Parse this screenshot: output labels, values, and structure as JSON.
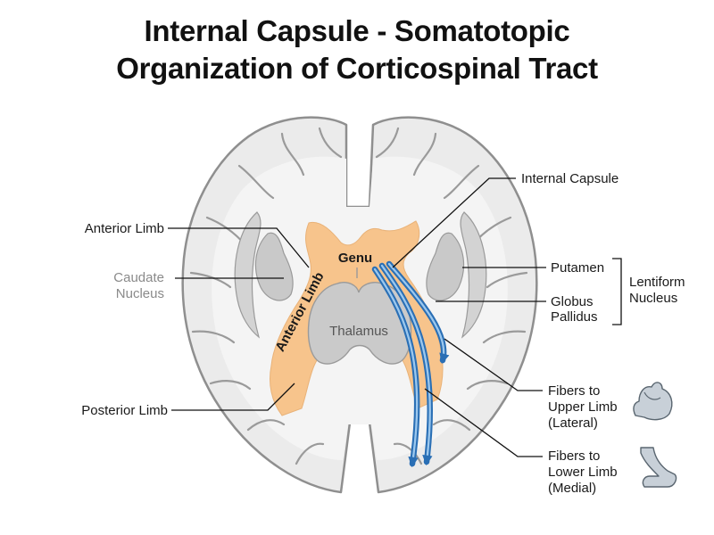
{
  "title": {
    "line1": "Internal Capsule - Somatotopic",
    "line2": "Organization of Corticospinal Tract"
  },
  "labels": {
    "internal_capsule": "Internal Capsule",
    "anterior_limb": "Anterior Limb",
    "caudate_1": "Caudate",
    "caudate_2": "Nucleus",
    "posterior_limb": "Posterior Limb",
    "putamen": "Putamen",
    "globus_1": "Globus",
    "globus_2": "Pallidus",
    "lentiform_1": "Lentiform",
    "lentiform_2": "Nucleus",
    "genu": "Genu",
    "anterior_limb_inner": "Anterior Limb",
    "thalamus": "Thalamus",
    "upper_1": "Fibers to",
    "upper_2": "Upper Limb",
    "upper_3": "(Lateral)",
    "lower_1": "Fibers to",
    "lower_2": "Lower Limb",
    "lower_3": "(Medial)"
  },
  "icons": {
    "upper": "flexed-arm-icon",
    "lower": "bent-leg-icon"
  },
  "colors": {
    "capsule": "#f7c48c",
    "brain_fill": "#ebebeb",
    "brain_outline": "#8f8f8f",
    "nuclei": "#c9c9c9",
    "fiber": "#2a6fb5",
    "fiber_light": "#9cc8ee"
  }
}
